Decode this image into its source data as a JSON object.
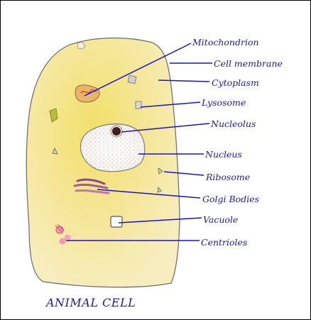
{
  "diagram": {
    "title": "ANIMAL CELL",
    "labels": {
      "mitochondrion": "Mitochondrion",
      "cell_membrane": "Cell membrane",
      "cytoplasm": "Cytoplasm",
      "lysosome": "Lysosome",
      "nucleolus": "Nucleolus",
      "nucleus": "Nucleus",
      "ribosome": "Ribosome",
      "golgi_bodies": "Golgi Bodies",
      "vacuole": "Vacuole",
      "centrioles": "Centrioles"
    }
  },
  "colors": {
    "label_text": "#1a1aa8",
    "leader_line": "#1515d0",
    "cytoplasm": "#f5e9a4",
    "membrane_outline": "#6a6a6a"
  }
}
